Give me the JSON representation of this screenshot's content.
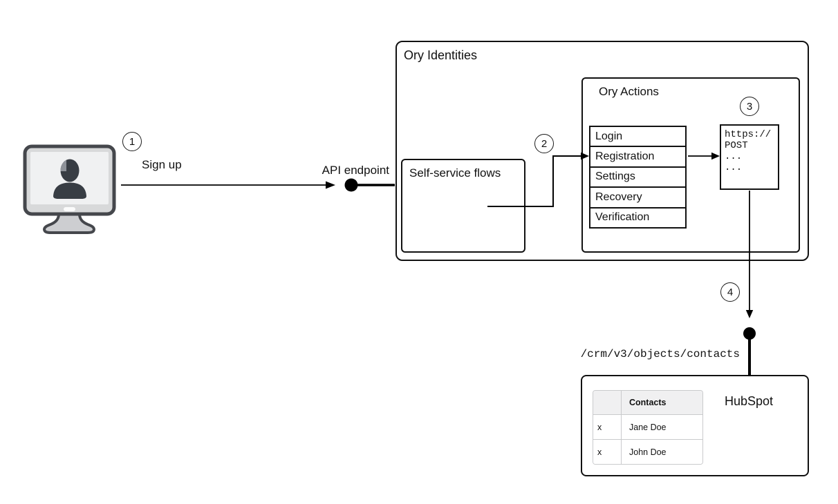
{
  "diagram": {
    "step1": {
      "number": "1",
      "label": "Sign up"
    },
    "api_endpoint": {
      "label": "API endpoint"
    },
    "ory_identities": {
      "title": "Ory Identities",
      "self_service": {
        "title": "Self-service flows"
      },
      "step2": {
        "number": "2"
      },
      "ory_actions": {
        "title": "Ory Actions",
        "flows": [
          "Login",
          "Registration",
          "Settings",
          "Recovery",
          "Verification"
        ],
        "step3": {
          "number": "3"
        },
        "webhook": {
          "lines": [
            "https://",
            "POST",
            "...",
            "..."
          ]
        }
      }
    },
    "step4": {
      "number": "4"
    },
    "hubspot": {
      "endpoint_path": "/crm/v3/objects/contacts",
      "title": "HubSpot",
      "table": {
        "header": "Contacts",
        "rows": [
          {
            "marker": "x",
            "name": "Jane Doe"
          },
          {
            "marker": "x",
            "name": "John Doe"
          }
        ]
      }
    },
    "icons": {
      "user_workstation": "monitor-user-icon"
    },
    "colors": {
      "ink": "#111111",
      "line": "#000000",
      "table_border": "#c9cacc",
      "table_header_bg": "#f0f0f1"
    }
  }
}
